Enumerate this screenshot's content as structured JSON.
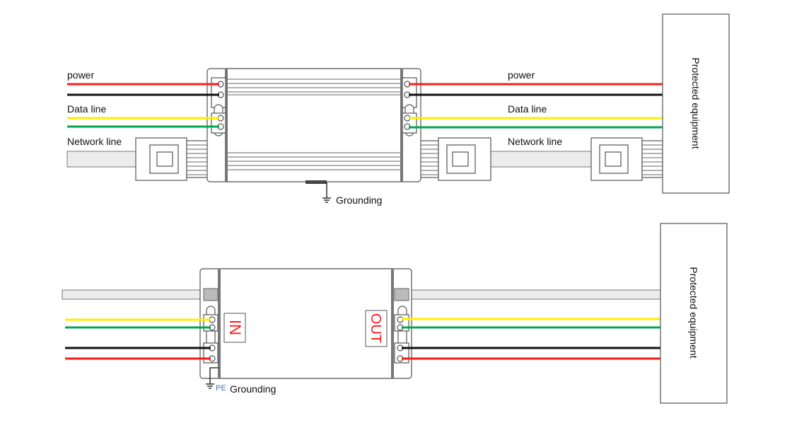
{
  "top_diagram": {
    "left_labels": {
      "power": "power",
      "data": "Data line",
      "network": "Network line"
    },
    "right_labels": {
      "power": "power",
      "data": "Data line",
      "network": "Network line"
    },
    "grounding": "Grounding",
    "equipment": "Protected equipment"
  },
  "bottom_diagram": {
    "in_label": "IN",
    "out_label": "OUT",
    "pe_label": "PE",
    "grounding": "Grounding",
    "equipment": "Protected equipment"
  },
  "colors": {
    "power_pos": "#ff1a1a",
    "power_neg": "#111111",
    "data_a": "#ffee00",
    "data_b": "#00a651",
    "cable": "#e8e8e8"
  }
}
